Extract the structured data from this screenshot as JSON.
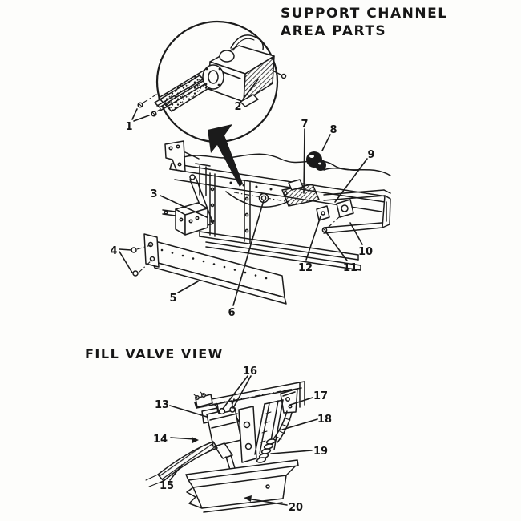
{
  "colors": {
    "ink": "#1b1b1b",
    "background": "#fdfdfb"
  },
  "titles": {
    "support_channel_line1": "SUPPORT CHANNEL",
    "support_channel_line2": "AREA PARTS",
    "fill_valve": "FILL VALVE VIEW"
  },
  "callouts": {
    "c1": "1",
    "c2": "2",
    "c3": "3",
    "c4": "4",
    "c5": "5",
    "c6": "6",
    "c7": "7",
    "c8": "8",
    "c9": "9",
    "c10": "10",
    "c11": "11",
    "c12": "12",
    "c13": "13",
    "c14": "14",
    "c15": "15",
    "c16": "16",
    "c17": "17",
    "c18": "18",
    "c19": "19",
    "c20": "20"
  }
}
